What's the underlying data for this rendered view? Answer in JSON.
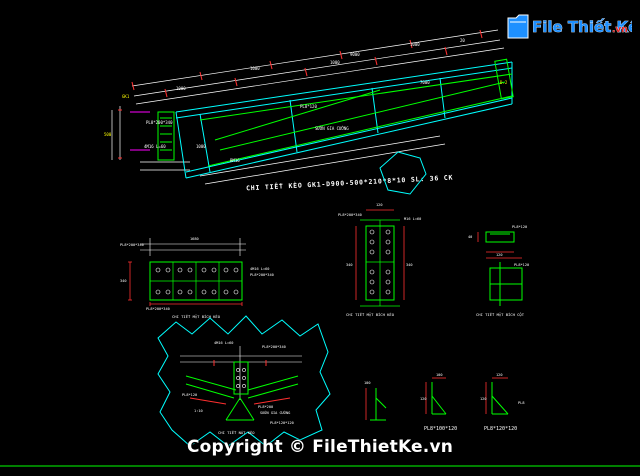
{
  "watermark": {
    "brand": "File Thiết Kế",
    "tld": ".vn"
  },
  "main_title": "CHI TIẾT KÈO GK1-D900-500*210*8*10 SL: 36 CK",
  "section_captions": {
    "top_left": "CHI TIẾT MẶT BÍCH KÈO",
    "top_center": "CHI TIẾT MẶT BÍCH KÈO",
    "top_right": "CHI TIẾT MẶT BÍCH CỘT",
    "bottom_left": "CHI TIẾT NÚT KÈO"
  },
  "plate_labels": {
    "pl_a": "PL8*100*120",
    "pl_b": "PL8*120*120"
  },
  "copyright": "Copyright © FileThietKe.vn",
  "colors": {
    "background": "#000000",
    "cad_green": "#00ff00",
    "cad_cyan": "#00ffff",
    "cad_white": "#ffffff",
    "cad_red": "#ff3030",
    "cad_yellow": "#ffff00",
    "cad_magenta": "#ff00ff",
    "brand_blue": "#1e90ff",
    "brand_red": "#e02020"
  }
}
